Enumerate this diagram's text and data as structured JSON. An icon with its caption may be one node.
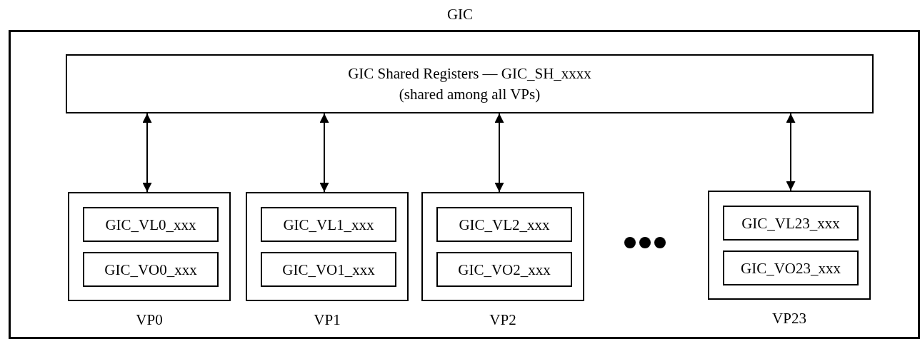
{
  "diagram": {
    "nodes": [
      {
        "text": [
          "GIC"
        ]
      },
      {
        "text": [
          "GIC Shared Registers — GIC_SH_xxxx",
          "(shared among all VPs)"
        ],
        "in": 0
      },
      {
        "text": [],
        "shape": "box",
        "in": 0,
        "beside": [
          "VP0"
        ]
      },
      {
        "text": [
          "GIC_VL0_xxx"
        ],
        "in": 2
      },
      {
        "text": [
          "GIC_VO0_xxx"
        ],
        "in": 2
      },
      {
        "text": [],
        "shape": "box",
        "in": 0,
        "beside": [
          "VP1"
        ]
      },
      {
        "text": [
          "GIC_VL1_xxx"
        ],
        "in": 5
      },
      {
        "text": [
          "GIC_VO1_xxx"
        ],
        "in": 5
      },
      {
        "text": [],
        "shape": "box",
        "in": 0,
        "beside": [
          "VP2"
        ]
      },
      {
        "text": [
          "GIC_VL2_xxx"
        ],
        "in": 8
      },
      {
        "text": [
          "GIC_VO2_xxx"
        ],
        "in": 8
      },
      {
        "text": [],
        "shape": "box",
        "in": 0,
        "beside": [
          "VP23"
        ]
      },
      {
        "text": [
          "GIC_VL23_xxx"
        ],
        "in": 11
      },
      {
        "text": [
          "GIC_VO23_xxx"
        ],
        "in": 11
      }
    ],
    "edges": [
      {
        "from": 1,
        "to": 2,
        "arrow": "both"
      },
      {
        "from": 1,
        "to": 5,
        "arrow": "both"
      },
      {
        "from": 1,
        "to": 8,
        "arrow": "both"
      },
      {
        "from": 1,
        "to": 11,
        "arrow": "both"
      }
    ]
  }
}
